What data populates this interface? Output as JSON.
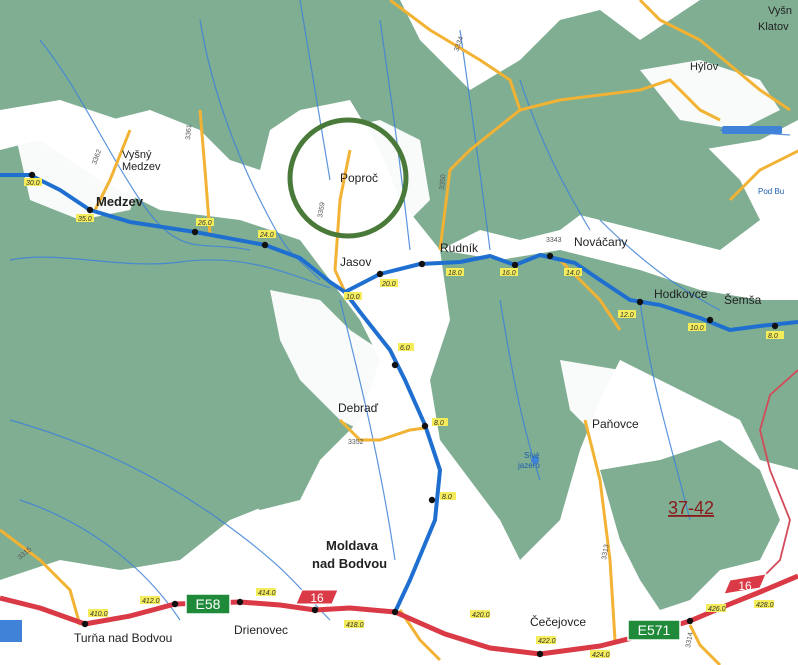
{
  "places": {
    "vysny_medzev": "Vyšný\nMedzev",
    "medzev": "Medzev",
    "poproc": "Poproč",
    "jasov": "Jasov",
    "rudnik": "Rudník",
    "novacany": "Nováčany",
    "hodkovce": "Hodkovce",
    "semsa": "Šemša",
    "debrad": "Debraď",
    "panovce": "Paňovce",
    "moldava_l1": "Moldava",
    "moldava_l2": "nad Bodvou",
    "turna": "Turňa nad Bodvou",
    "drienovec": "Drienovec",
    "cecejovce": "Čečejovce",
    "hrhov": "Hýľov",
    "vysna_top": "Vyšn",
    "klatov_top": "Klatov",
    "sive_jazero_l1": "Sivé",
    "sive_jazero_l2": "jazero",
    "pod_bu": "Pod Bu"
  },
  "sheet_ref": "37-42",
  "road_shields": {
    "e58": "E58",
    "r16_a": "16",
    "r16_b": "16",
    "e571": "E571"
  },
  "road_numbers": [
    "3362",
    "3361",
    "3359",
    "3350",
    "3352",
    "3343",
    "3313",
    "3314",
    "3334",
    "3315"
  ],
  "km_marks": [
    "30.0",
    "35.0",
    "26.0",
    "24.0",
    "20.0",
    "10.0",
    "18.0",
    "16.0",
    "14.0",
    "12.0",
    "10.0",
    "8.0",
    "6.0",
    "8.0",
    "8.0",
    "412.0",
    "410.0",
    "414.0",
    "418.0",
    "420.0",
    "422.0",
    "424.0",
    "426.0",
    "428.0"
  ],
  "colors": {
    "forest": "#7fae92",
    "river": "#3f82d8",
    "main_road_blue": "#1f6fd0",
    "main_road_red": "#d93a46",
    "secondary_road": "#f2b233",
    "circle": "#4a7a3a",
    "boundary": "#d34a5a"
  }
}
